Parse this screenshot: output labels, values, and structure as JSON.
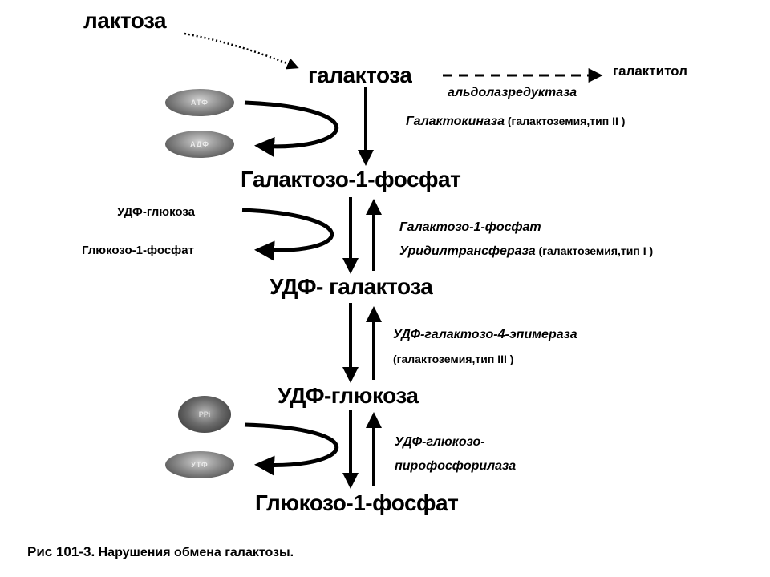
{
  "metabolites": {
    "lactose": "лактоза",
    "galactose": "галактоза",
    "galactitol": "галактитол",
    "gal1p": "Галактозо-1-фосфат",
    "udp_gal": "УДФ- галактоза",
    "udp_glc": "УДФ-глюкоза",
    "glc1p": "Глюкозо-1-фосфат"
  },
  "cosubstrates": {
    "atp": "АТФ",
    "adp": "АДФ",
    "udp_glucose_in": "УДФ-глюкоза",
    "glucose_1p_out": "Глюкозо-1-фосфат",
    "ppi": "PPi",
    "utp": "УТФ"
  },
  "enzymes": {
    "aldose_reductase": "альдолазредуктаза",
    "galactokinase": "Галактокиназа",
    "galactokinase_note": " (галактоземия,тип II )",
    "galt_line1": "Галактозо-1-фосфат",
    "galt_line2": "Уридилтрансфераза",
    "galt_note": " (галактоземия,тип I )",
    "epimerase": "УДФ-галактозо-4-эпимераза",
    "epimerase_note": "(галактоземия,тип III )",
    "pyrophosphorylase_line1": "УДФ-глюкозо-",
    "pyrophosphorylase_line2": "пирофосфорилаза"
  },
  "caption": {
    "lead": "Рис 101-3.",
    "text": " Нарушения обмена галактозы."
  }
}
